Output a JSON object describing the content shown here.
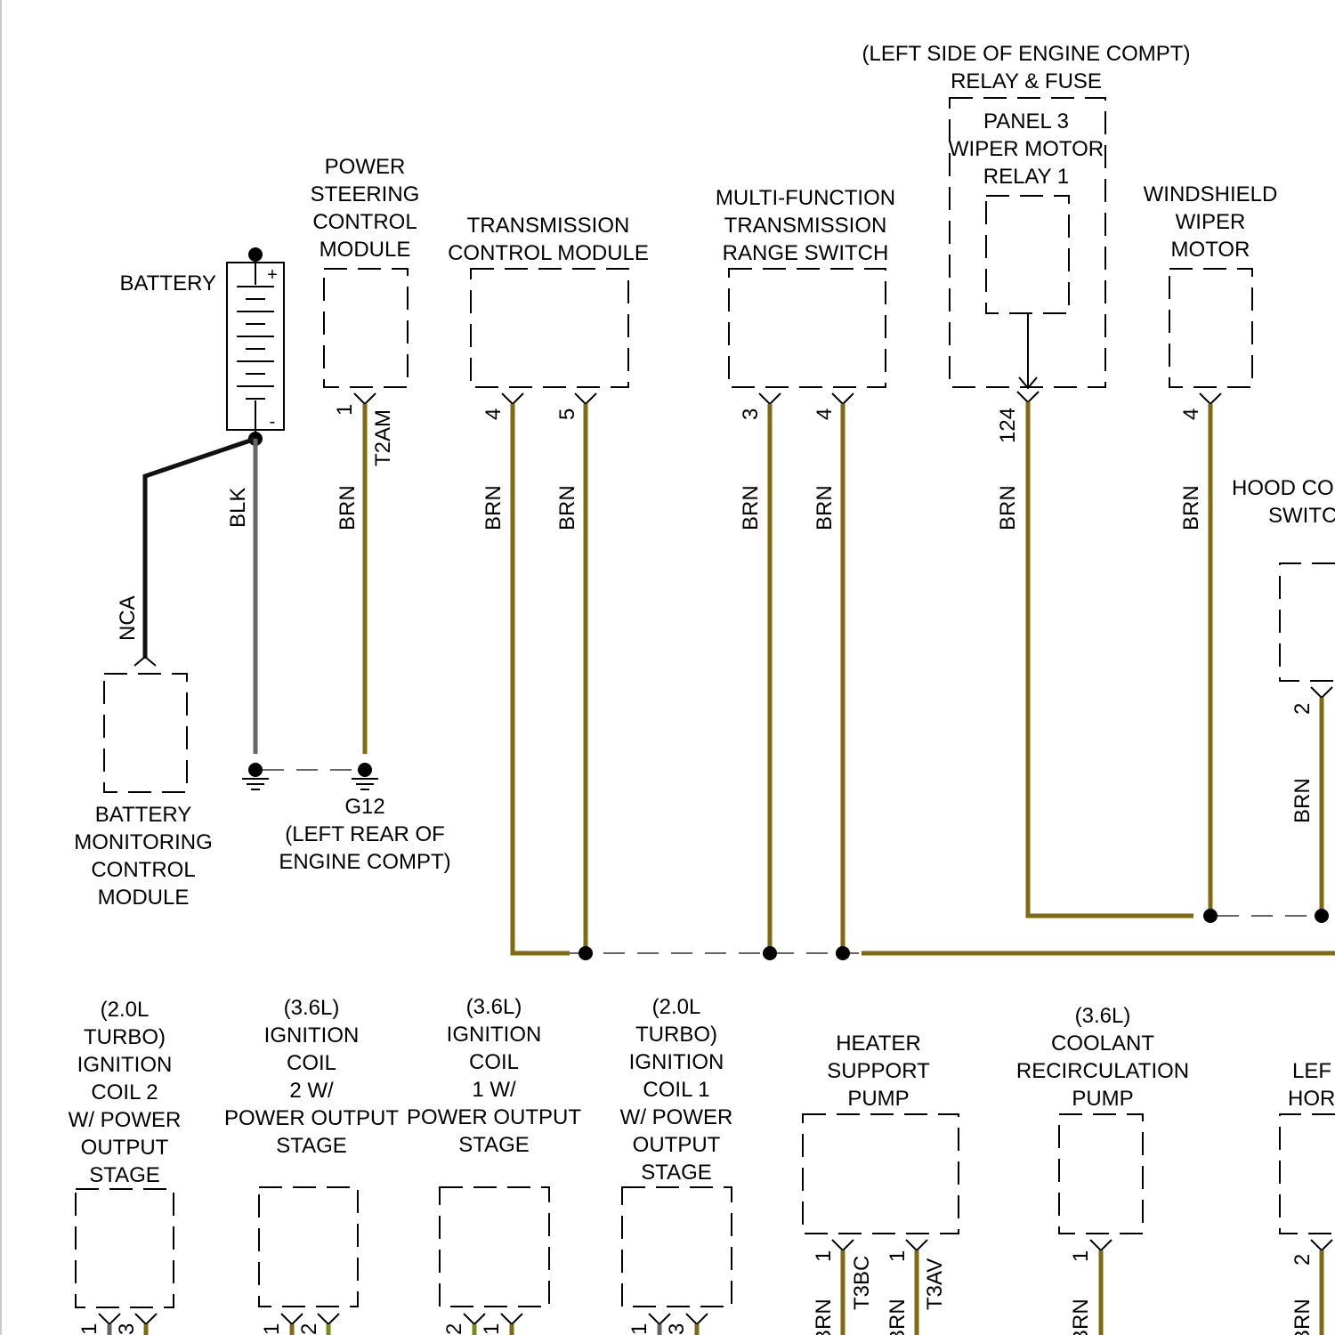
{
  "components": {
    "relay_panel_title": [
      "(LEFT SIDE OF ENGINE COMPT)",
      "RELAY & FUSE"
    ],
    "relay_panel_inner": [
      "PANEL 3",
      "WIPER MOTOR",
      "RELAY 1"
    ],
    "power_steering": [
      "POWER",
      "STEERING",
      "CONTROL",
      "MODULE"
    ],
    "battery": "BATTERY",
    "tcm": [
      "TRANSMISSION",
      "CONTROL MODULE"
    ],
    "range_switch": [
      "MULTI-FUNCTION",
      "TRANSMISSION",
      "RANGE SWITCH"
    ],
    "wiper_motor": [
      "WINDSHIELD",
      "WIPER",
      "MOTOR"
    ],
    "hood_switch": [
      "HOOD CO",
      "SWITC"
    ],
    "battery_monitor": [
      "BATTERY",
      "MONITORING",
      "CONTROL",
      "MODULE"
    ],
    "ground": [
      "G12",
      "(LEFT REAR OF",
      "ENGINE COMPT)"
    ],
    "coil2_20": [
      "(2.0L",
      "TURBO)",
      "IGNITION",
      "COIL 2",
      "W/ POWER",
      "OUTPUT",
      "STAGE"
    ],
    "coil2_36": [
      "(3.6L)",
      "IGNITION",
      "COIL",
      "2 W/",
      "POWER OUTPUT",
      "STAGE"
    ],
    "coil1_36": [
      "(3.6L)",
      "IGNITION",
      "COIL",
      "1 W/",
      "POWER OUTPUT",
      "STAGE"
    ],
    "coil1_20": [
      "(2.0L",
      "TURBO)",
      "IGNITION",
      "COIL 1",
      "W/ POWER",
      "OUTPUT",
      "STAGE"
    ],
    "heater_pump": [
      "HEATER",
      "SUPPORT",
      "PUMP"
    ],
    "coolant_pump": [
      "(3.6L)",
      "COOLANT",
      "RECIRCULATION",
      "PUMP"
    ],
    "left_horn": [
      "LEF",
      "HOR"
    ]
  },
  "labels": {
    "blk": "BLK",
    "nca": "NCA",
    "brn": "BRN",
    "t2am": "T2AM",
    "t3bc": "T3BC",
    "t3av": "T3AV",
    "plus": "+",
    "minus": "-",
    "pins": {
      "p1": "1",
      "p2": "2",
      "p3": "3",
      "p4": "4",
      "p5": "5",
      "p124": "124"
    }
  }
}
